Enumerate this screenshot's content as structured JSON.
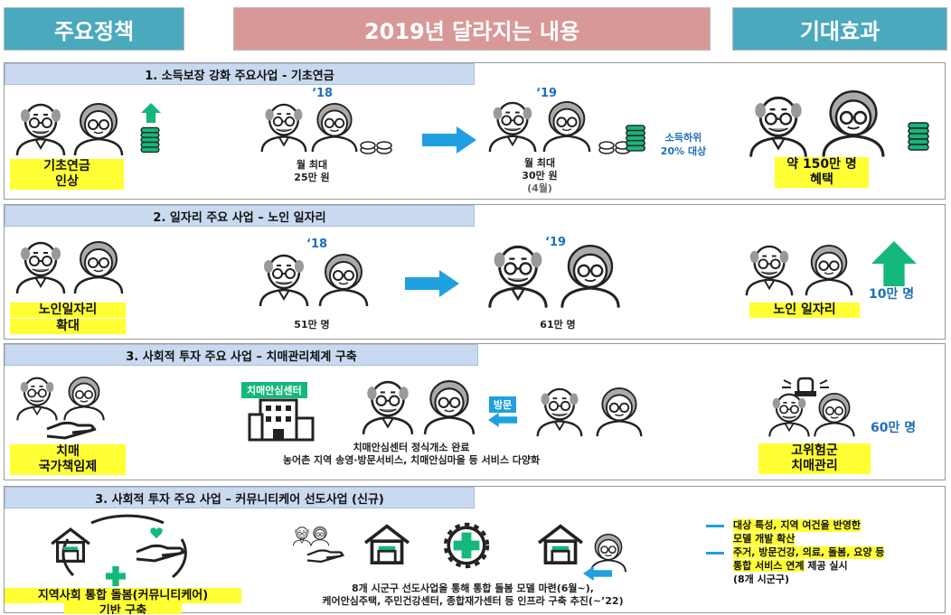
{
  "header": {
    "left": "주요정책",
    "center": "2019년 달라지는 내용",
    "right": "기대효과"
  },
  "s1": {
    "title": "1. 소득보장 강화 주요사업 - 기초연금",
    "policy_line1": "기초연금",
    "policy_line2": "인상",
    "year1": "‘18",
    "year2": "‘19",
    "y18_line1": "월 최대",
    "y18_line2": "25만 원",
    "y19_line1": "월 최대",
    "y19_line2": "30만 원",
    "y19_line3": "(4월)",
    "target_line1": "소득하위",
    "target_line2": "20% 대상",
    "effect_line1": "약 150만 명",
    "effect_line2": "혜택"
  },
  "s2": {
    "title": "2. 일자리 주요 사업 – 노인 일자리",
    "policy_line1": "노인일자리",
    "policy_line2": "확대",
    "year1": "‘18",
    "year2": "‘19",
    "y18": "51만 명",
    "y19": "61만 명",
    "effect_num": "10만 명",
    "effect_label": "노인 일자리"
  },
  "s3": {
    "title": "3. 사회적 투자 주요 사업 – 치매관리체계 구축",
    "policy_line1": "치매",
    "policy_line2": "국가책임제",
    "center_label": "치매안심센터",
    "visit_label": "방문",
    "desc_line1": "치매안심센터 정식개소 완료",
    "desc_line2": "농어촌 지역 송영·방문서비스, 치매안심마을 등 서비스 다양화",
    "effect_num": "60만 명",
    "effect_line1": "고위험군",
    "effect_line2": "치매관리"
  },
  "s4": {
    "title": "3. 사회적 투자 주요 사업 – 커뮤니티케어 선도사업 (신규)",
    "policy_line1": "지역사회 통합 돌봄(커뮤니티케어)",
    "policy_line2": "기반 구축",
    "desc_line1": "8개 시군구 선도사업을 통해 통합 돌봄 모델 마련(6월~),",
    "desc_line2": "케어안심주택, 주민건강센터, 종합재가센터 등 인프라 구축 추진(~’22)",
    "bullet1_line1": "대상 특성, 지역 여건을 반영한",
    "bullet1_line2": "모델 개발 확산",
    "bullet2_line1": "주거, 방문건강, 의료, 돌봄, 요양 등",
    "bullet2_line2": "통합 서비스 연계",
    "bullet2_suffix": " 제공 실시",
    "bullet2_line3": "(8개 시군구)"
  },
  "colors": {
    "teal": "#4aa9bc",
    "pink": "#d89898",
    "highlight": "#ffff33",
    "arrow_blue": "#1fa0e0",
    "arrow_green": "#14b87a",
    "accent_blue": "#1f6fb8"
  }
}
